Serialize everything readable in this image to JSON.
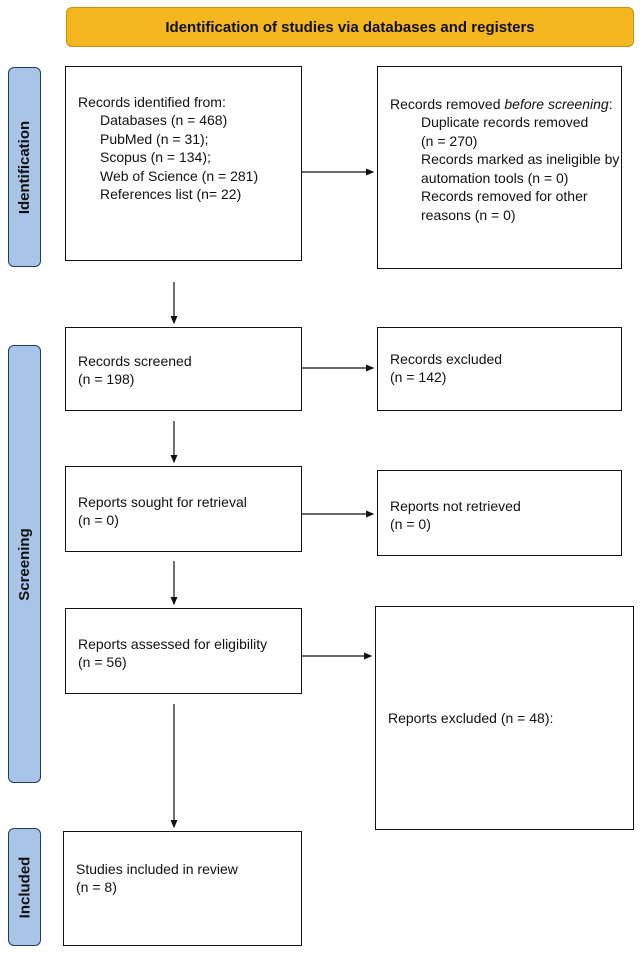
{
  "header": {
    "title": "Identification of studies via databases and registers"
  },
  "phases": {
    "identification": "Identification",
    "screening": "Screening",
    "included": "Included"
  },
  "boxes": {
    "records_identified": {
      "title": "Records identified from:",
      "items": [
        "Databases (n = 468)",
        "PubMed (n = 31);",
        "Scopus (n = 134);",
        "Web of Science (n = 281)",
        "References list (n= 22)"
      ]
    },
    "records_removed": {
      "title_prefix": "Records removed ",
      "title_emphasis": "before screening",
      "title_suffix": ":",
      "items": [
        "Duplicate records removed",
        "(n = 270)",
        "Records marked as ineligible by",
        "automation tools (n = 0)",
        "Records removed for other",
        "reasons (n = 0)"
      ]
    },
    "records_screened": {
      "label": "Records screened",
      "count": "(n = 198)"
    },
    "records_excluded": {
      "label": "Records excluded",
      "count": "(n = 142)"
    },
    "reports_sought": {
      "label": "Reports sought for retrieval",
      "count": "(n = 0)"
    },
    "reports_not_retrieved": {
      "label": "Reports not retrieved",
      "count": "(n = 0)"
    },
    "reports_assessed": {
      "label": "Reports assessed for eligibility",
      "count": "(n = 56)"
    },
    "reports_excluded": {
      "label": "Reports excluded (n = 48):"
    },
    "studies_included": {
      "label": "Studies included in review",
      "count": "(n = 8)"
    }
  },
  "colors": {
    "header_fill": "#f4b71f",
    "phase_fill": "#a8c5e8",
    "phase_border": "#1e3b68"
  }
}
